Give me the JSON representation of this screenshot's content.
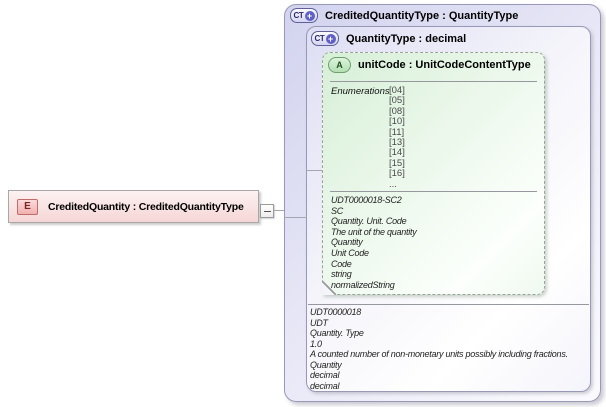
{
  "diagram": {
    "element": {
      "icon_text": "E",
      "label": "CreditedQuantity : CreditedQuantityType"
    },
    "outer_type": {
      "icon_text": "CT",
      "icon_plus": "+",
      "title": "CreditedQuantityType : QuantityType"
    },
    "inner_type": {
      "icon_text": "CT",
      "icon_plus": "+",
      "title": "QuantityType : decimal",
      "annotation_lines": [
        "UDT0000018",
        "UDT",
        "Quantity. Type",
        "1.0",
        "A counted number of non-monetary units possibly including fractions.",
        "Quantity",
        "decimal",
        "decimal"
      ]
    },
    "attribute": {
      "icon_text": "A",
      "title": "unitCode : UnitCodeContentType",
      "enumerations_label": "Enumerations",
      "enumerations": [
        "[04]",
        "[05]",
        "[08]",
        "[10]",
        "[11]",
        "[13]",
        "[14]",
        "[15]",
        "[16]",
        "..."
      ],
      "annotation_lines": [
        "UDT0000018-SC2",
        "SC",
        "Quantity. Unit. Code",
        "The unit of the quantity",
        "Quantity",
        "Unit Code",
        "Code",
        "string",
        "normalizedString"
      ]
    },
    "colors": {
      "element_fill": "#f8dede",
      "element_icon_fill": "#f2b0b0",
      "complextype_fill": "#d2d3ee",
      "attribute_fill": "#d7efd7",
      "connector": "#a6a6ae"
    }
  }
}
